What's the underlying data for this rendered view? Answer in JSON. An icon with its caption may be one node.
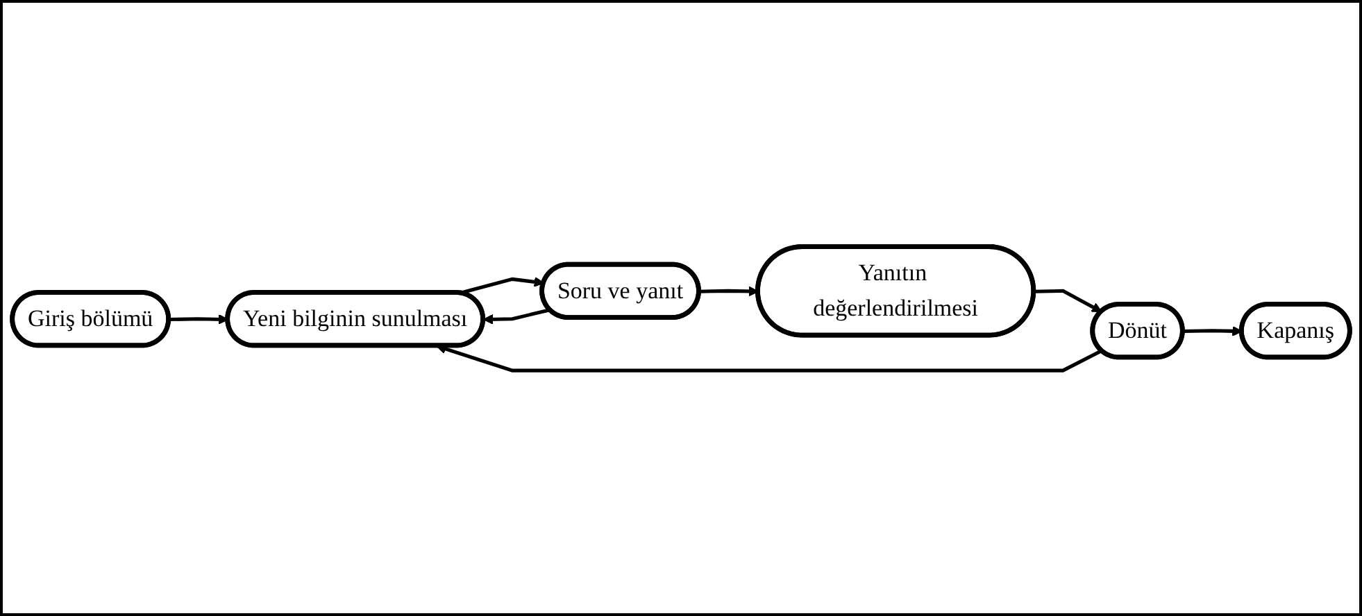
{
  "diagram": {
    "nodes": [
      {
        "text": [
          "Giriş bölümü"
        ]
      },
      {
        "text": [
          "Yeni bilginin sunulması"
        ]
      },
      {
        "text": [
          "Soru ve yanıt"
        ]
      },
      {
        "text": [
          "Yanıtın değerlendirilmesi"
        ]
      },
      {
        "text": [
          "Dönüt"
        ]
      },
      {
        "text": [
          "Kapanış"
        ]
      }
    ],
    "edges": [
      {
        "from": 0,
        "to": 1,
        "arrow": "to"
      },
      {
        "from": 1,
        "to": 2,
        "arrow": "to"
      },
      {
        "from": 2,
        "to": 1,
        "arrow": "to"
      },
      {
        "from": 2,
        "to": 3,
        "arrow": "to"
      },
      {
        "from": 3,
        "to": 4,
        "arrow": "to"
      },
      {
        "from": 4,
        "to": 1,
        "arrow": "to"
      },
      {
        "from": 4,
        "to": 5,
        "arrow": "to"
      }
    ]
  }
}
